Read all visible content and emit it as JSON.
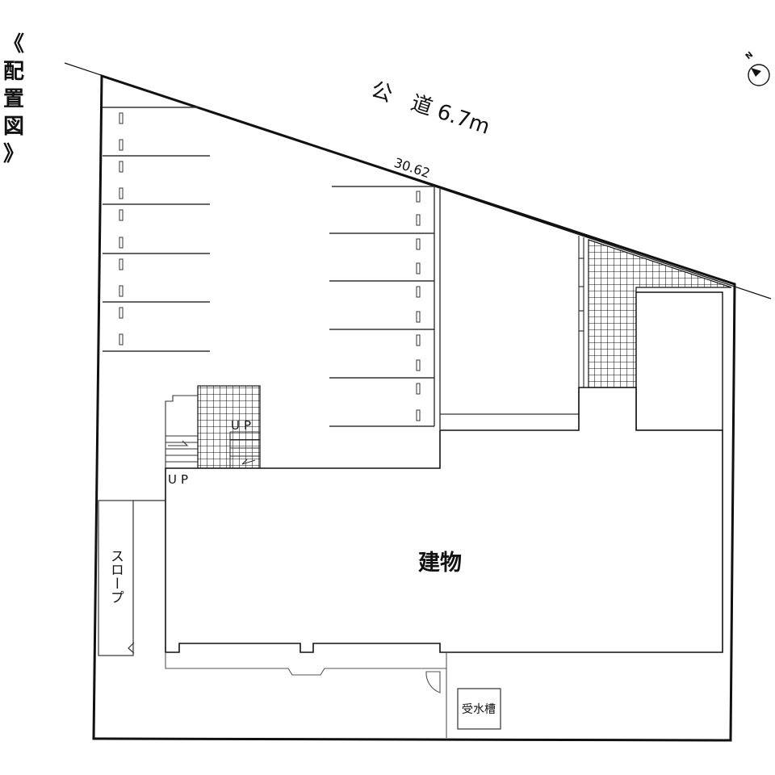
{
  "title": {
    "open": "《",
    "chars": [
      "配",
      "置",
      "図"
    ],
    "close": "》"
  },
  "road": {
    "label": "公　道 6.7m",
    "frontage": "30.62"
  },
  "labels": {
    "building": "建物",
    "slope": "スロープ",
    "up1": "UP",
    "up2": "UP",
    "water_tank": "受水槽",
    "north": "N"
  },
  "colors": {
    "line": "#111111",
    "thin": "#555555",
    "background": "#ffffff"
  }
}
